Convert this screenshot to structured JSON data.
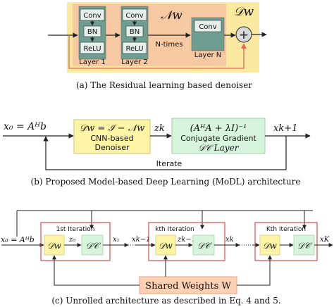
{
  "colors": {
    "outer_yellow": "#fce9a0",
    "inner_peach": "#f7c9a3",
    "layer_green": "#6e9e92",
    "conv_box": "#e4eeea",
    "skip_red": "#e06a55",
    "dc_green": "#d6f5dc",
    "dw_yellow": "#fdf4a6",
    "iter_border": "#d94b4b",
    "shared_fill": "#fcd1b3",
    "shared_border": "#f2a37f"
  },
  "panel_a": {
    "nw_label": "𝒩w",
    "dw_label": "𝒟w",
    "conv": "Conv",
    "bn": "BN",
    "relu": "ReLU",
    "layer1": "Layer 1",
    "layer2": "Layer 2",
    "layern": "Layer N",
    "ntimes": "N-times",
    "plus": "+",
    "caption": "(a) The Residual learning based denoiser"
  },
  "panel_b": {
    "x0": "x₀ = Aᴴb",
    "dw_eq": "𝒟w = ℐ − 𝒩w",
    "cnn_line1": "CNN-based",
    "cnn_line2": "Denoiser",
    "zk": "zk",
    "dc_eq": "(AᴴA + λI)⁻¹",
    "cg": "Conjugate Gradient",
    "dc_layer": "𝒟𝒞 Layer",
    "xk1": "xk+1",
    "iterate": "Iterate",
    "caption": "(b) Proposed Model-based Deep Learning (MoDL) architecture"
  },
  "panel_c": {
    "x0": "x₀ = Aᴴb",
    "iter1": "1st Iteration",
    "iterk": "kth Iteration",
    "iterK": "Kth Iteration",
    "dw": "𝒟w",
    "dc": "𝒟𝒞",
    "z0": "z₀",
    "x1": "x₁",
    "xkm1": "xk−1",
    "zkm1": "zk−1",
    "xk": "xk",
    "xK": "xK",
    "shared": "Shared Weights W",
    "caption": "(c) Unrolled architecture as described in Eq. 4 and 5."
  }
}
